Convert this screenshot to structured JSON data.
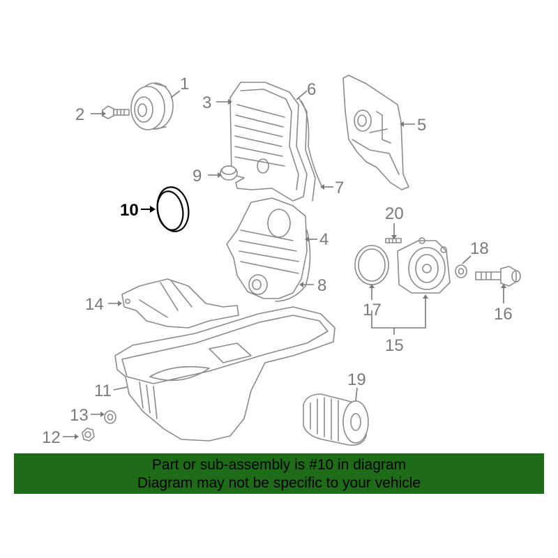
{
  "diagram": {
    "callouts": [
      {
        "id": "1",
        "label": "1"
      },
      {
        "id": "2",
        "label": "2"
      },
      {
        "id": "3",
        "label": "3"
      },
      {
        "id": "4",
        "label": "4"
      },
      {
        "id": "5",
        "label": "5"
      },
      {
        "id": "6",
        "label": "6"
      },
      {
        "id": "7",
        "label": "7"
      },
      {
        "id": "8",
        "label": "8"
      },
      {
        "id": "9",
        "label": "9"
      },
      {
        "id": "10",
        "label": "10",
        "highlighted": true
      },
      {
        "id": "11",
        "label": "11"
      },
      {
        "id": "12",
        "label": "12"
      },
      {
        "id": "13",
        "label": "13"
      },
      {
        "id": "14",
        "label": "14"
      },
      {
        "id": "15",
        "label": "15"
      },
      {
        "id": "16",
        "label": "16"
      },
      {
        "id": "17",
        "label": "17"
      },
      {
        "id": "18",
        "label": "18"
      },
      {
        "id": "19",
        "label": "19"
      },
      {
        "id": "20",
        "label": "20"
      }
    ],
    "colors": {
      "line_art": "#8a8a8a",
      "highlight": "#000000",
      "banner_bg": "#1e6b18"
    }
  },
  "banner": {
    "line1": "Part or sub-assembly is #10 in diagram",
    "line2": "Diagram may not be specific to your vehicle"
  }
}
